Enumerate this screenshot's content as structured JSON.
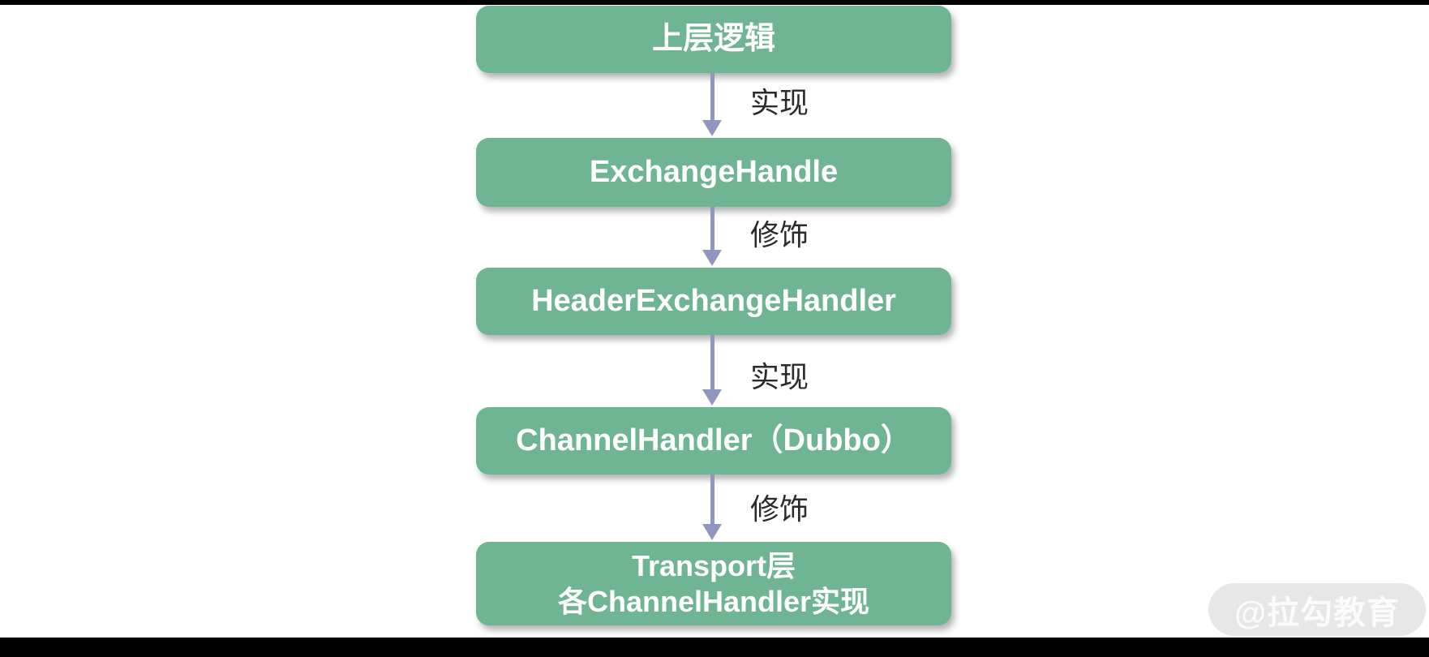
{
  "colors": {
    "box-bg": "#6FB493",
    "box-text": "#FFFFFF",
    "arrow": "#9196BF",
    "label-text": "#2B2B2B",
    "bar": "#000000",
    "canvas": "#FFFFFF",
    "wm-bg": "#E7E7E7",
    "wm-text": "#FBFBFB"
  },
  "diagram": {
    "nodes": [
      {
        "label": "上层逻辑"
      },
      {
        "label": "ExchangeHandle"
      },
      {
        "label": "HeaderExchangeHandler"
      },
      {
        "label": "ChannelHandler（Dubbo）"
      },
      {
        "label": "Transport层\n各ChannelHandler实现"
      }
    ],
    "edges": [
      {
        "label": "实现"
      },
      {
        "label": "修饰"
      },
      {
        "label": "实现"
      },
      {
        "label": "修饰"
      }
    ]
  },
  "watermark": {
    "text": "@拉勾教育"
  }
}
